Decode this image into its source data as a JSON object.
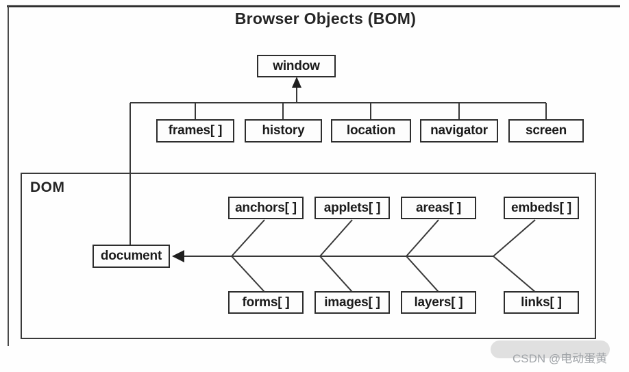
{
  "title": "Browser Objects (BOM)",
  "bom": {
    "root_label": "window",
    "children": [
      {
        "label": "frames[ ]"
      },
      {
        "label": "history"
      },
      {
        "label": "location"
      },
      {
        "label": "navigator"
      },
      {
        "label": "screen"
      }
    ]
  },
  "dom": {
    "label": "DOM",
    "root_label": "document",
    "top_row": [
      {
        "label": "anchors[ ]"
      },
      {
        "label": "applets[ ]"
      },
      {
        "label": "areas[ ]"
      },
      {
        "label": "embeds[ ]"
      }
    ],
    "bottom_row": [
      {
        "label": "forms[ ]"
      },
      {
        "label": "images[ ]"
      },
      {
        "label": "layers[ ]"
      },
      {
        "label": "links[ ]"
      }
    ]
  },
  "watermark": {
    "text": "CSDN @电动蛋黄"
  },
  "colors": {
    "line": "#383838",
    "box_border": "#2d2d2d",
    "text": "#1b1b1b",
    "watermark_text": "#a0a4a8",
    "watermark_bg": "#d8d8d8"
  }
}
